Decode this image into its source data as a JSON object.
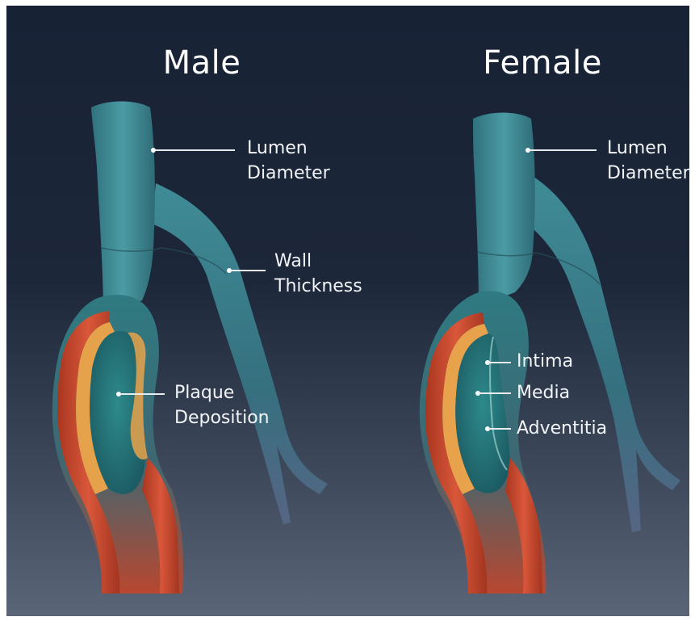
{
  "figure": {
    "panels": [
      {
        "title": "Male",
        "labels": {
          "lumen": "Lumen\nDiameter",
          "wall": "Wall\nThickness",
          "plaque": "Plaque\nDeposition"
        }
      },
      {
        "title": "Female",
        "labels": {
          "lumen": "Lumen\nDiameter",
          "intima": "Intima",
          "media": "Media",
          "adventitia": "Adventitia"
        }
      }
    ]
  },
  "colors": {
    "background_top": "#182235",
    "background_bottom": "#5a6677",
    "vessel_teal": "#3f8f9a",
    "vessel_wall_red": "#c0442c",
    "plaque_yellow": "#e9a94a"
  }
}
